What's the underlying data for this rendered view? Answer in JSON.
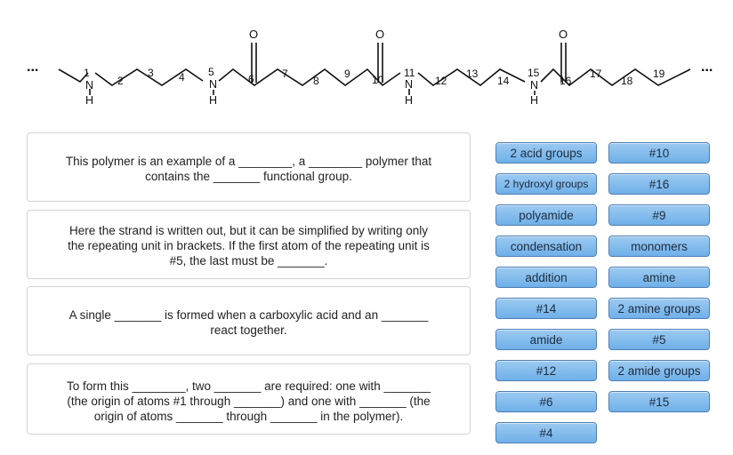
{
  "structure": {
    "ellipsis": "...",
    "carbonyl_o": "O",
    "amine_n": "N",
    "amine_h": "H",
    "atom_numbers": [
      "1",
      "2",
      "3",
      "4",
      "5",
      "6",
      "7",
      "8",
      "9",
      "10",
      "11",
      "12",
      "13",
      "14",
      "15",
      "16",
      "17",
      "18",
      "19"
    ]
  },
  "questions": {
    "q1": {
      "line1": "This polymer is an example of a ________, a ________ polymer that",
      "line2": "contains the _______ functional group."
    },
    "q2": {
      "line1": "Here the strand is written out, but it can be simplified by writing only",
      "line2": "the repeating unit in brackets. If the first atom of the repeating unit is",
      "line3": "#5, the last must be _______."
    },
    "q3": {
      "line1": "A single _______ is formed when a carboxylic acid and an _______",
      "line2": "react together."
    },
    "q4": {
      "line1": "To form this ________, two _______ are required: one with _______",
      "line2": "(the origin of atoms #1 through _______) and one with _______ (the",
      "line3": "origin of atoms _______ through _______ in the polymer)."
    }
  },
  "tiles": {
    "left": [
      "2 acid groups",
      "2 hydroxyl groups",
      "polyamide",
      "condensation",
      "addition",
      "#14",
      "amide",
      "#12",
      "#6",
      "#4"
    ],
    "right": [
      "#10",
      "#16",
      "#9",
      "monomers",
      "amine",
      "2 amine groups",
      "#5",
      "2 amide groups",
      "#15"
    ]
  }
}
